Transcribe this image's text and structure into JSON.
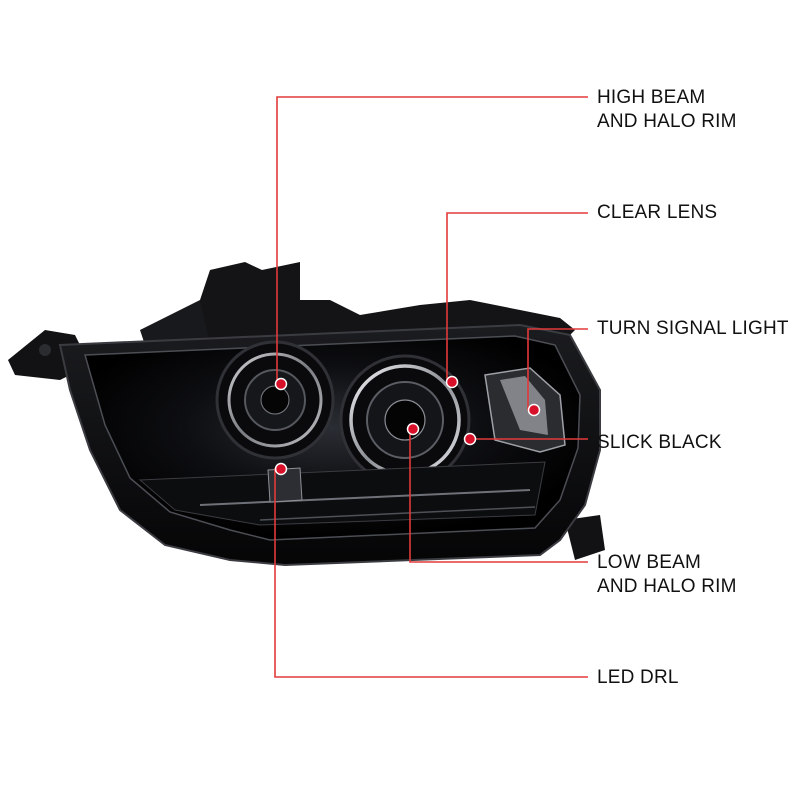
{
  "colors": {
    "leader": "#e23a3a",
    "dot": "#d8102a",
    "housing": "#0b0b0c",
    "chrome": "#c9ccd1"
  },
  "callouts": {
    "high_beam": {
      "line1": "HIGH BEAM",
      "line2": "AND HALO RIM"
    },
    "clear_lens": {
      "line1": "CLEAR LENS"
    },
    "turn_signal": {
      "line1": "TURN SIGNAL LIGHT"
    },
    "slick_black": {
      "line1": "SLICK BLACK"
    },
    "low_beam": {
      "line1": "LOW BEAM",
      "line2": "AND HALO RIM"
    },
    "led_drl": {
      "line1": "LED DRL"
    }
  }
}
